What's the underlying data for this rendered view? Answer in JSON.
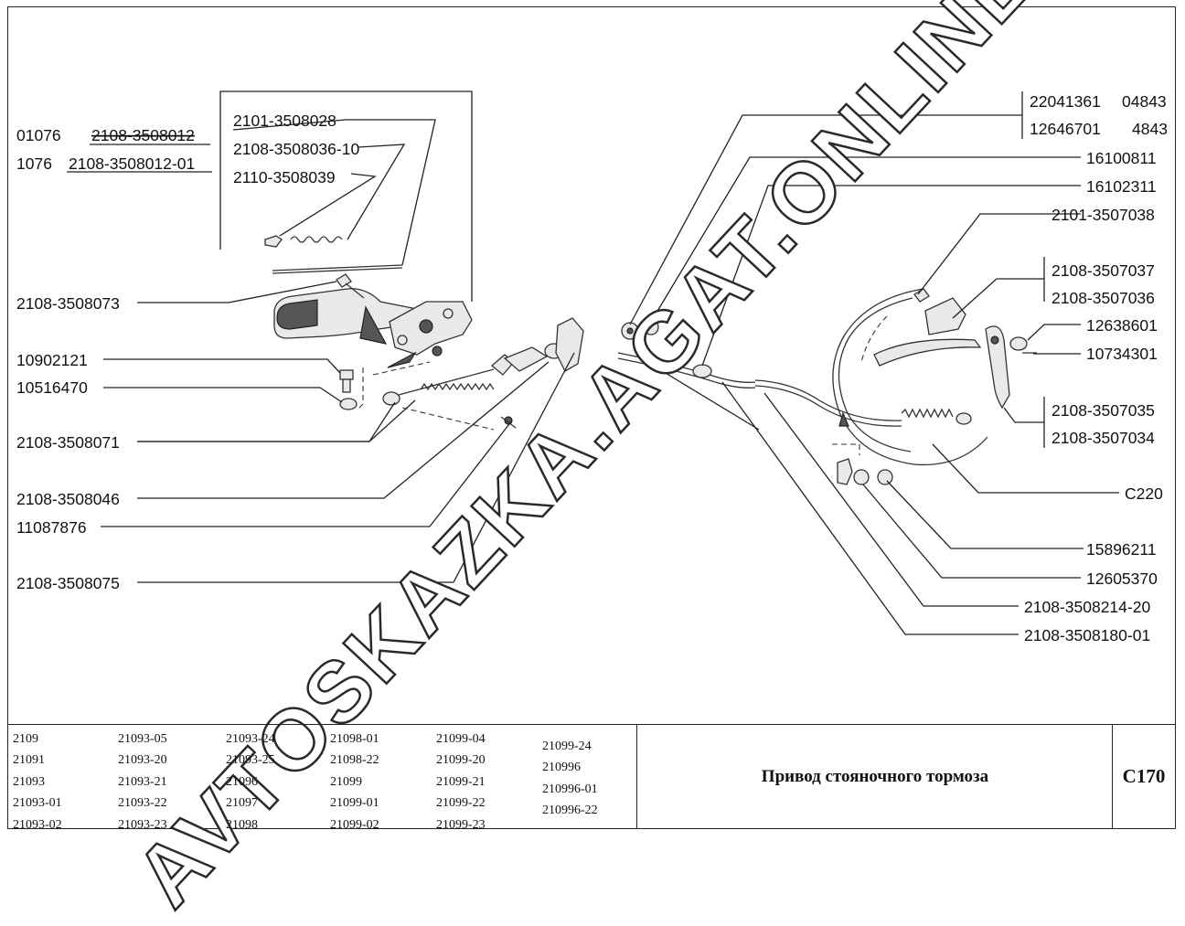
{
  "watermark": "AVTOSKAZKA.AGAT.ONLINE",
  "left_labels": {
    "l01076": "01076",
    "p2108_3508012": "2108-3508012",
    "l1076": "1076",
    "p2108_3508012_01": "2108-3508012-01",
    "p2101_3508028": "2101-3508028",
    "p2108_3508036_10": "2108-3508036-10",
    "p2110_3508039": "2110-3508039",
    "p2108_3508073": "2108-3508073",
    "p10902121": "10902121",
    "p10516470": "10516470",
    "p2108_3508071": "2108-3508071",
    "p2108_3508046": "2108-3508046",
    "p11087876": "11087876",
    "p2108_3508075": "2108-3508075"
  },
  "right_labels": {
    "p22041361": "22041361",
    "p04843": "04843",
    "p12646701": "12646701",
    "p4843": "4843",
    "p16100811": "16100811",
    "p16102311": "16102311",
    "p2101_3507038": "2101-3507038",
    "p2108_3507037": "2108-3507037",
    "p2108_3507036": "2108-3507036",
    "p12638601": "12638601",
    "p10734301": "10734301",
    "p2108_3507035": "2108-3507035",
    "p2108_3507034": "2108-3507034",
    "pC220": "C220",
    "p15896211": "15896211",
    "p12605370": "12605370",
    "p2108_3508214_20": "2108-3508214-20",
    "p2108_3508180_01": "2108-3508180-01"
  },
  "footer": {
    "models": [
      [
        "2109",
        "21091",
        "21093",
        "21093-01",
        "21093-02"
      ],
      [
        "21093-05",
        "21093-20",
        "21093-21",
        "21093-22",
        "21093-23"
      ],
      [
        "21093-24",
        "21093-25",
        "21096",
        "21097",
        "21098"
      ],
      [
        "21098-01",
        "21098-22",
        "21099",
        "21099-01",
        "21099-02"
      ],
      [
        "21099-04",
        "21099-20",
        "21099-21",
        "21099-22",
        "21099-23"
      ],
      [
        "21099-24",
        "210996",
        "210996-01",
        "210996-22"
      ]
    ],
    "title": "Привод стояночного тормоза",
    "code": "C170"
  }
}
